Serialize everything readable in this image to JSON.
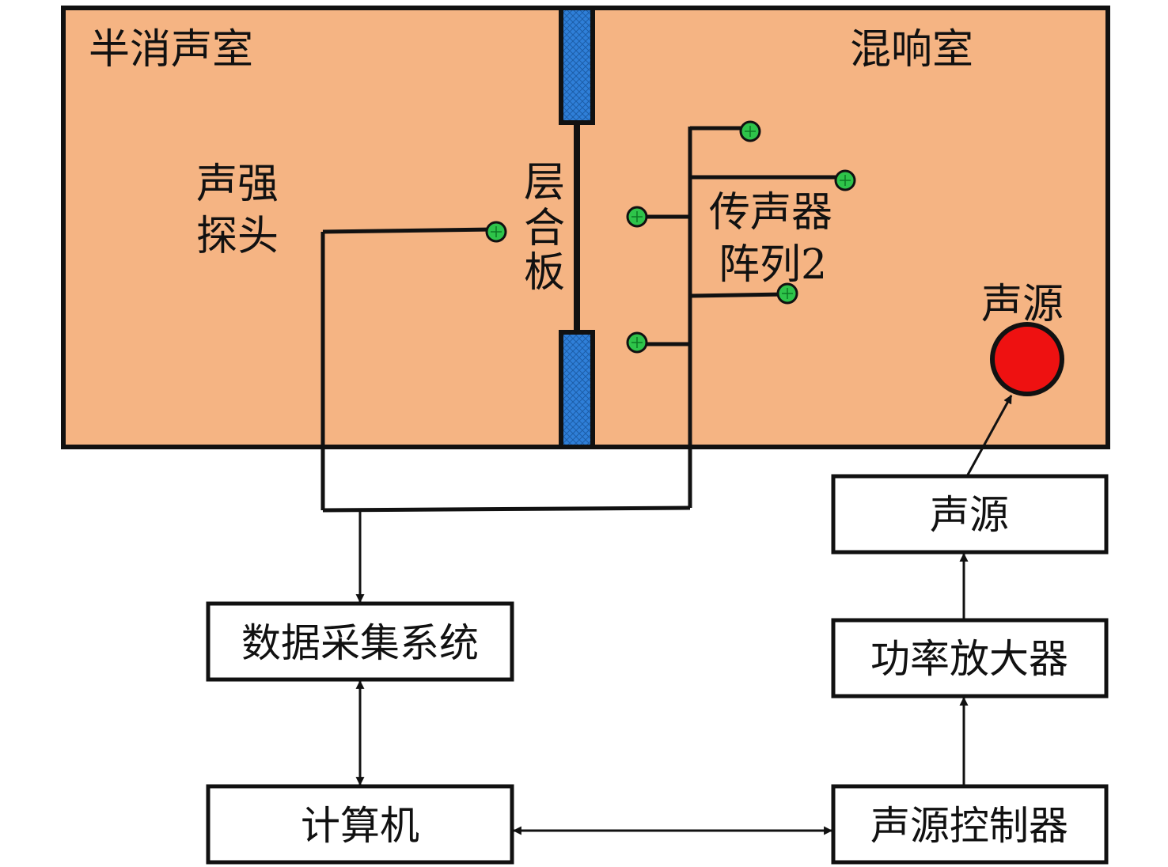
{
  "rooms": {
    "anechoic_label": "半消声室",
    "reverb_label": "混响室"
  },
  "labels": {
    "probe_line1": "声强",
    "probe_line2": "探头",
    "panel_char1": "层",
    "panel_char2": "合",
    "panel_char3": "板",
    "array_line1": "传声器",
    "array_line2": "阵列2",
    "source_label": "声源"
  },
  "boxes": {
    "daq": "数据采集系统",
    "computer": "计算机",
    "source": "声源",
    "amplifier": "功率放大器",
    "controller": "声源控制器"
  },
  "colors": {
    "room_fill": "#f5b483",
    "panel_blue": "#2f7fd8",
    "sensor_green": "#2ec44a",
    "source_red": "#ee1111",
    "line": "#111111"
  }
}
